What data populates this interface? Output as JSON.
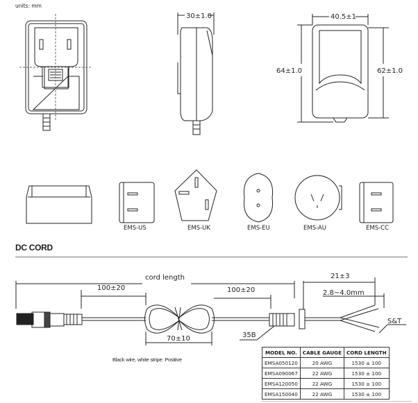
{
  "units": "units: mm",
  "dimensions": {
    "side_depth": "30±1.0",
    "back_width": "40.5±1",
    "back_height_left": "64±1.0",
    "back_height_right": "62±1.0"
  },
  "plugs": [
    {
      "label": "EMS-US"
    },
    {
      "label": "EMS-UK"
    },
    {
      "label": "EMS-EU"
    },
    {
      "label": "EMS-AU"
    },
    {
      "label": "EMS-CC"
    }
  ],
  "dc_cord": {
    "title": "DC CORD",
    "cord_length": "cord length",
    "dim_left": "100±20",
    "dim_right": "100±20",
    "dim_coil": "70±10",
    "dim_strip": "21±3",
    "dim_tin": "2.8~4.0mm",
    "label_35b": "35B",
    "label_st": "S&T",
    "caption": "Black wire, white stripe: Positive"
  },
  "table": {
    "headers": [
      "MODEL NO.",
      "CABLE GAUGE",
      "CORD LENGTH"
    ],
    "rows": [
      [
        "EMSA050120",
        "20 AWG",
        "1530 ± 100"
      ],
      [
        "EMSA090067",
        "22 AWG",
        "1530 ± 100"
      ],
      [
        "EMSA120050",
        "22 AWG",
        "1530 ± 100"
      ],
      [
        "EMSA150040",
        "22 AWG",
        "1530 ± 100"
      ]
    ]
  }
}
